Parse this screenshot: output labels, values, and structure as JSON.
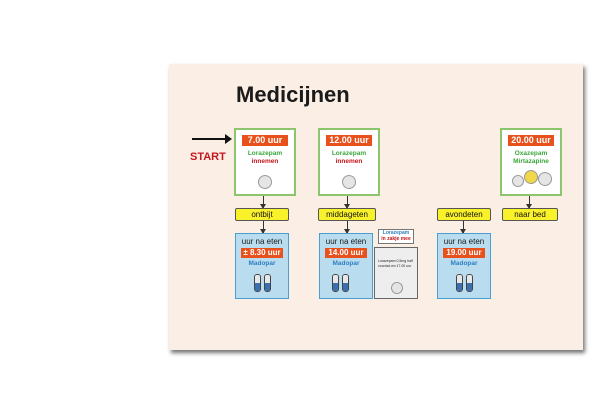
{
  "title": "Medicijnen",
  "start_label": "START",
  "morning_box": {
    "time": "7.00 uur",
    "drug": "Lorazepam",
    "action": "innemen"
  },
  "noon_box": {
    "time": "12.00 uur",
    "drug": "Lorazepam",
    "action": "innemen"
  },
  "night_box": {
    "time": "20.00 uur",
    "drug_1": "Oxazepam",
    "drug_2": "Mirtazapine"
  },
  "labels": {
    "breakfast": "ontbijt",
    "lunch": "middageten",
    "dinner": "avondeten",
    "bedtime": "naar bed"
  },
  "meal_boxes": [
    {
      "heading": "uur na eten",
      "time": "± 8.30 uur",
      "drug": "Madopar"
    },
    {
      "heading": "uur na eten",
      "time": "14.00 uur",
      "drug": "Madopar"
    },
    {
      "heading": "uur na eten",
      "time": "19.00 uur",
      "drug": "Madopar"
    }
  ],
  "note_tag": {
    "line_1": "Lorazepam",
    "line_2": "in zakje mee"
  },
  "note_text": "Lorazepam 0,5mg half voordat om 17.00 uur",
  "colors": {
    "time_badge": "#e8501c",
    "green_border": "#8cc56e",
    "yellow_label": "#f9f12a",
    "blue_box": "#b9dcef",
    "start_red": "#c4161c"
  }
}
